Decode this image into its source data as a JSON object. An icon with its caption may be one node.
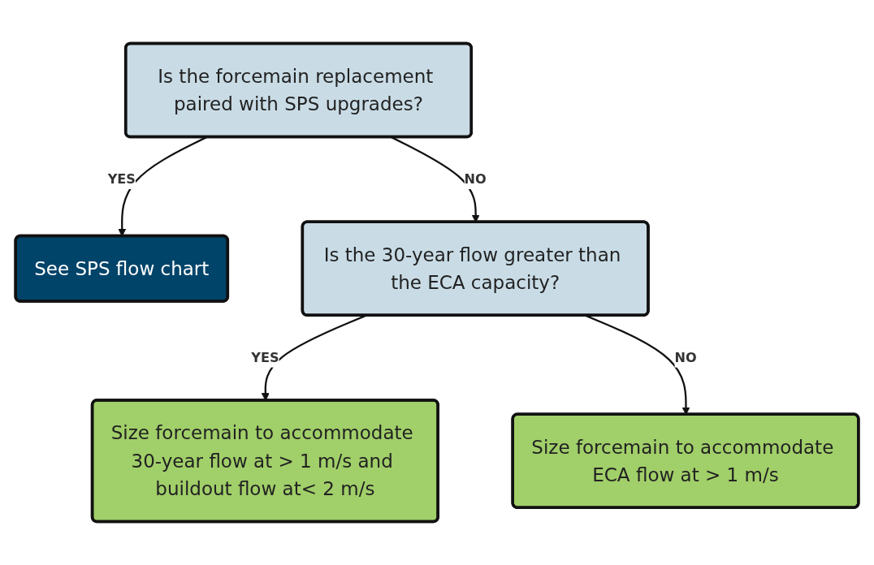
{
  "diagram": {
    "nodes": [
      {
        "text": [
          "Is the forcemain replacement paired with SPS upgrades?"
        ]
      },
      {
        "text": [
          "See SPS flow chart"
        ]
      },
      {
        "text": [
          "Is the 30-year flow greater than the ECA capacity?"
        ]
      },
      {
        "text": [
          "Size forcemain to accommodate 30-year flow at > 1 m/s and buildout flow at< 2 m/s"
        ]
      },
      {
        "text": [
          "Size forcemain to accommodate ECA flow at > 1 m/s"
        ]
      }
    ],
    "edges": [
      {
        "from": 0,
        "to": 1,
        "arrow": "to",
        "label": "YES"
      },
      {
        "from": 0,
        "to": 2,
        "arrow": "to",
        "label": "NO"
      },
      {
        "from": 2,
        "to": 3,
        "arrow": "to",
        "label": "YES"
      },
      {
        "from": 2,
        "to": 4,
        "arrow": "to",
        "label": "NO"
      }
    ]
  }
}
